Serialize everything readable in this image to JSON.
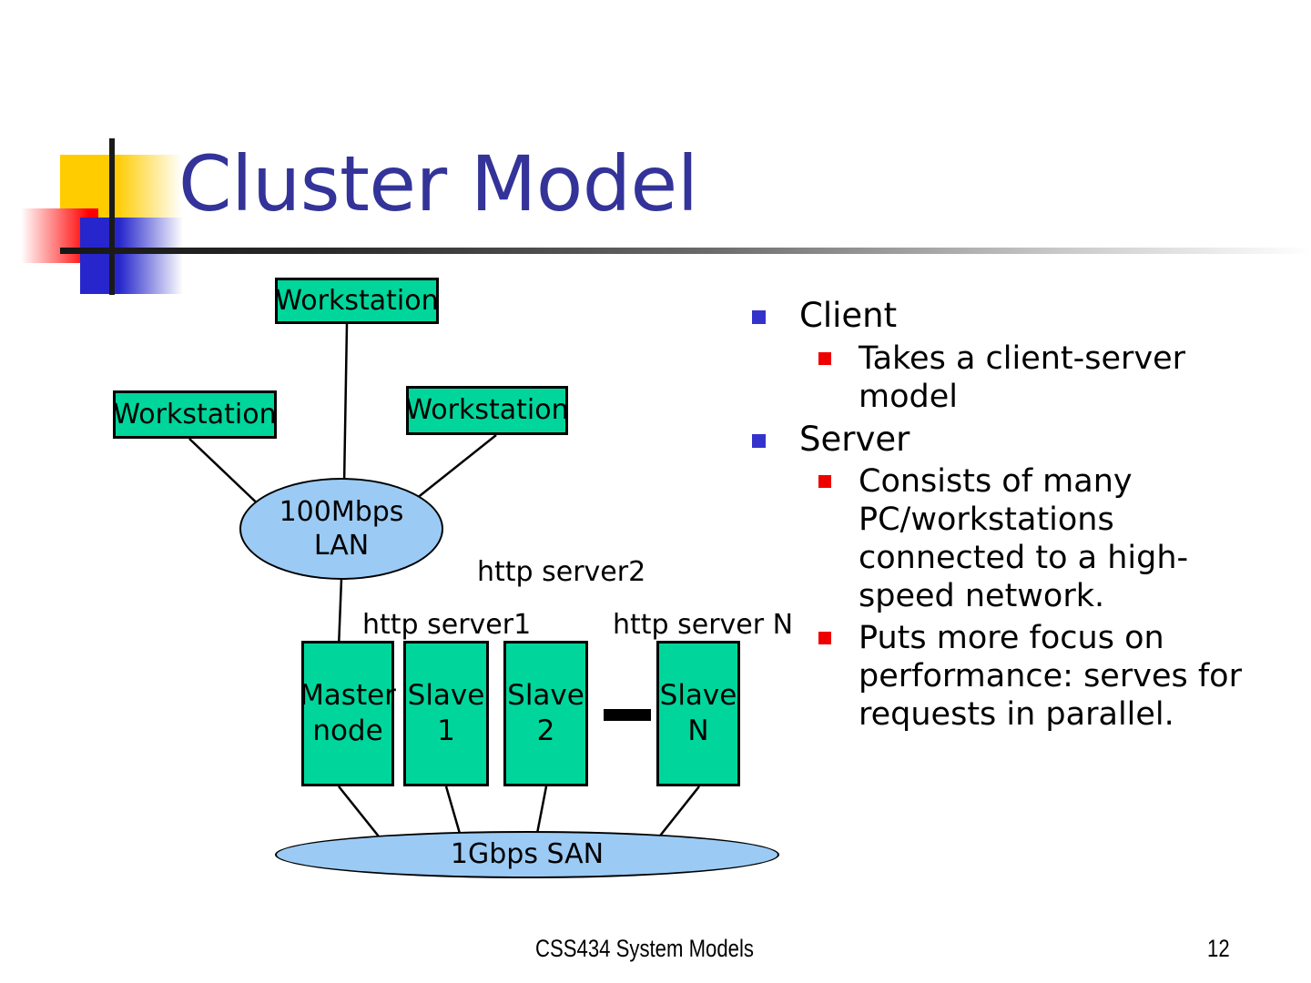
{
  "slide": {
    "title": "Cluster Model",
    "title_color": "#333399",
    "background": "#ffffff"
  },
  "decor": {
    "yellow": "#FFCC00",
    "red": "#FF0000",
    "blue": "#2626CC",
    "line": "#1a1a1a"
  },
  "diagram": {
    "node_fill": "#00D69B",
    "cloud_fill": "#9BCBF5",
    "workstations": [
      {
        "label": "Workstation"
      },
      {
        "label": "Workstation"
      },
      {
        "label": "Workstation"
      }
    ],
    "lan": {
      "label": "100Mbps\nLAN"
    },
    "san": {
      "label": "1Gbps SAN"
    },
    "server_labels": [
      {
        "label": "http server2"
      },
      {
        "label": "http server1"
      },
      {
        "label": "http server N"
      }
    ],
    "nodes": [
      {
        "label": "Master\nnode"
      },
      {
        "label": "Slave\n1"
      },
      {
        "label": "Slave\n2"
      },
      {
        "label": "Slave\nN"
      }
    ],
    "ellipsis_mark": "dash"
  },
  "bullets": {
    "items": [
      {
        "level": 1,
        "text": "Client",
        "bullet_color": "#3333CC"
      },
      {
        "level": 2,
        "text": "Takes a client-server model",
        "bullet_color": "#EE0000"
      },
      {
        "level": 1,
        "text": "Server",
        "bullet_color": "#3333CC"
      },
      {
        "level": 2,
        "text": "Consists of many PC/workstations connected to a high-speed network.",
        "bullet_color": "#EE0000"
      },
      {
        "level": 2,
        "text": "Puts more focus on performance: serves for requests in parallel.",
        "bullet_color": "#EE0000"
      }
    ]
  },
  "footer": {
    "center": "CSS434 System Models",
    "page": "12"
  }
}
